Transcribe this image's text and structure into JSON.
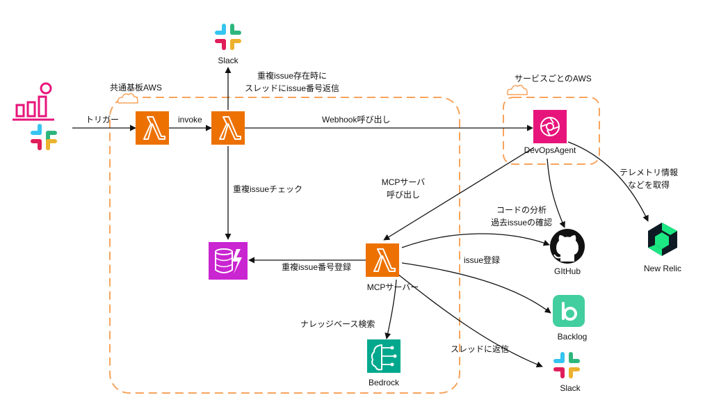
{
  "groups": {
    "common_aws": "共通基板AWS",
    "service_aws": "サービスごとのAWS"
  },
  "nodes": {
    "slack_top": "Slack",
    "devops_agent": "DevOpsAgent",
    "mcp_server": "MCPサーバー",
    "github": "GItHub",
    "new_relic": "New Relic",
    "backlog": "Backlog",
    "slack_bottom": "Slack",
    "bedrock": "Bedrock"
  },
  "edges": {
    "trigger": "トリガー",
    "invoke": "invoke",
    "webhook": "Webhook呼び出し",
    "slack_reply_line1": "重複issue存在時に",
    "slack_reply_line2": "スレッドにissue番号返信",
    "dup_check": "重複issueチェック",
    "mcp_call_line1": "MCPサーバ",
    "mcp_call_line2": "呼び出し",
    "telemetry_line1": "テレメトリ情報",
    "telemetry_line2": "などを取得",
    "code_analysis_line1": "コードの分析",
    "code_analysis_line2": "過去issueの確認",
    "issue_register": "issue登録",
    "dup_issue_register": "重複issue番号登録",
    "knowledge_search": "ナレッジベース検索",
    "thread_reply": "スレッドに返信"
  },
  "colors": {
    "lambda": "#ED7100",
    "devops": "#E7157B",
    "dynamodb": "#C925D1",
    "bedrock": "#01A88D",
    "backlog": "#42CE9F",
    "group_border": "#F7A35C",
    "newrelic": "#1CE783"
  }
}
